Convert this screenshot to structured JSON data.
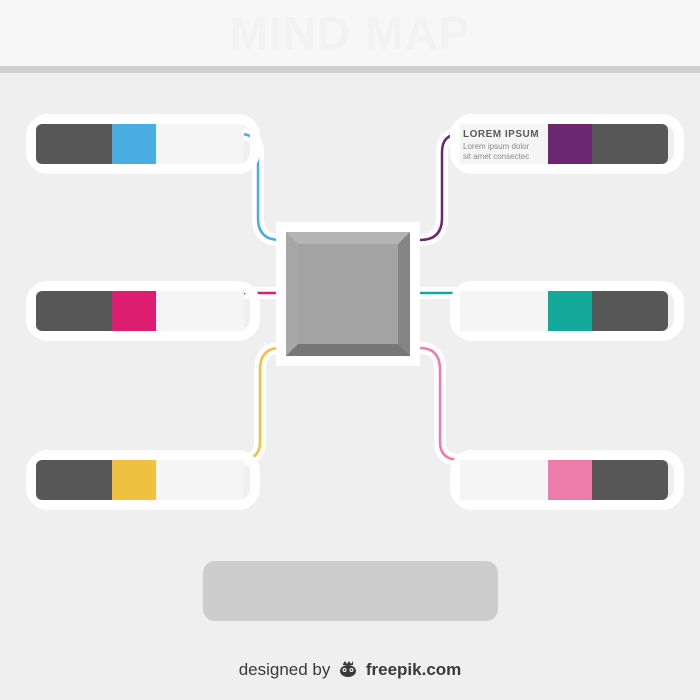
{
  "title": "MIND MAP",
  "nodes": [
    {
      "id": "top-left",
      "side": "left",
      "color": "#4aade2",
      "title": "",
      "body": ""
    },
    {
      "id": "middle-left",
      "side": "left",
      "color": "#dd1d70",
      "title": "",
      "body": ""
    },
    {
      "id": "bottom-left",
      "side": "left",
      "color": "#f0c041",
      "title": "",
      "body": ""
    },
    {
      "id": "top-right",
      "side": "right",
      "color": "#6b2771",
      "title": "LOREM IPSUM",
      "body": "Lorem ipsum dolor\nsit amet consectec"
    },
    {
      "id": "middle-right",
      "side": "right",
      "color": "#12a99a",
      "title": "",
      "body": ""
    },
    {
      "id": "bottom-right",
      "side": "right",
      "color": "#ee7cab",
      "title": "",
      "body": ""
    }
  ],
  "colors": {
    "dark_tab": "#575757",
    "center": "#9a9a9a",
    "background": "#efefef"
  },
  "credit": {
    "prefix": "designed by",
    "brand": "freepik.com"
  }
}
